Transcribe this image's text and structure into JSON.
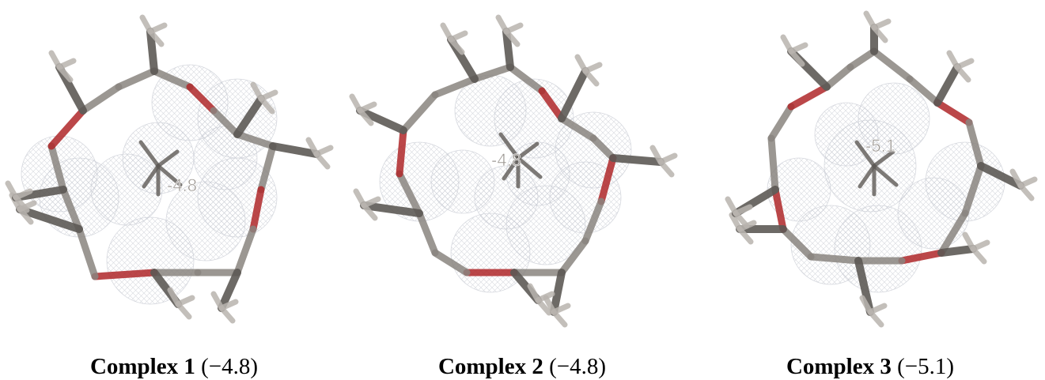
{
  "colors": {
    "bond": "#8a8580",
    "bond_dark": "#5e5a56",
    "hydrogen": "#b9b4af",
    "oxygen": "#b0282a",
    "mesh": "#c9ccd4"
  },
  "panels": [
    {
      "name": "Complex 1",
      "value": "(−4.8)",
      "energy_label": "-4.8"
    },
    {
      "name": "Complex 2",
      "value": "(−4.8)",
      "energy_label": "-4.8"
    },
    {
      "name": "Complex 3",
      "value": "(−5.1)",
      "energy_label": "-5.1"
    }
  ]
}
